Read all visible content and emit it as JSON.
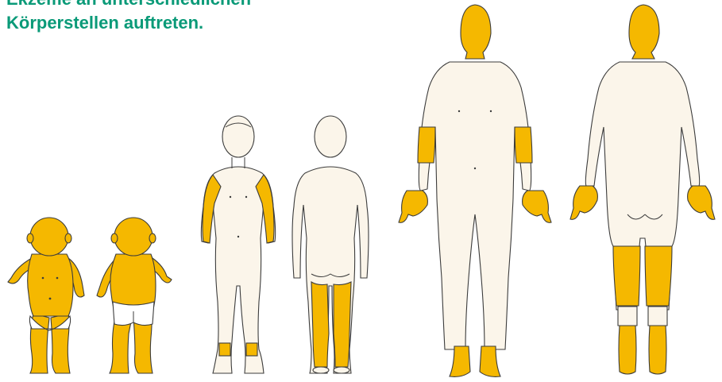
{
  "heading": {
    "line1": "Ekzeme an unterschiedlichen",
    "line2": "Körperstellen auftreten."
  },
  "colors": {
    "accent": "#0a9a78",
    "highlight": "#f5b800",
    "skin": "#fbf5ea",
    "outline": "#3c3c3c"
  },
  "figures": [
    {
      "id": "baby-front",
      "stage": "baby",
      "view": "front",
      "highlighted_areas": [
        "head",
        "face",
        "trunk",
        "arms",
        "hands",
        "legs",
        "feet"
      ]
    },
    {
      "id": "baby-back",
      "stage": "baby",
      "view": "back",
      "highlighted_areas": [
        "head",
        "trunk",
        "arms",
        "hands",
        "legs",
        "feet"
      ]
    },
    {
      "id": "child-front",
      "stage": "child",
      "view": "front",
      "highlighted_areas": [
        "elbow-creases",
        "wrists",
        "ankles"
      ]
    },
    {
      "id": "child-back",
      "stage": "child",
      "view": "back",
      "highlighted_areas": [
        "knee-hollows",
        "lower-legs"
      ]
    },
    {
      "id": "adult-front",
      "stage": "adult",
      "view": "front",
      "highlighted_areas": [
        "head",
        "neck",
        "forearms",
        "hands",
        "feet"
      ]
    },
    {
      "id": "adult-back",
      "stage": "adult",
      "view": "back",
      "highlighted_areas": [
        "head",
        "neck",
        "hands",
        "knee-hollows",
        "lower-legs"
      ]
    }
  ]
}
